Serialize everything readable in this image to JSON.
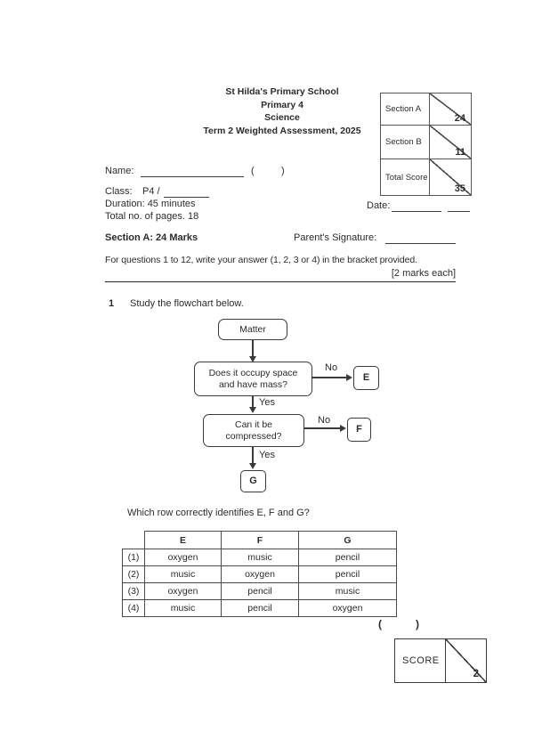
{
  "header": {
    "school": "St Hilda's Primary School",
    "level": "Primary 4",
    "subject": "Science",
    "assessment": "Term 2 Weighted Assessment, 2025"
  },
  "marks_table": {
    "rows": [
      {
        "label": "Section A",
        "marks": "24"
      },
      {
        "label": "Section B",
        "marks": "11"
      },
      {
        "label": "Total Score",
        "marks": "35"
      }
    ]
  },
  "student_info": {
    "name_label": "Name:",
    "bracket_open": "(",
    "bracket_close": ")",
    "class_label": "Class:",
    "class_value": "P4 /",
    "duration_line": "Duration: 45 minutes",
    "pages_line": "Total no. of pages. 18",
    "date_label": "Date:"
  },
  "section": {
    "heading": "Section A: 24 Marks",
    "parent_signature_label": "Parent's Signature:"
  },
  "instructions": {
    "text": "For questions 1 to 12, write your answer (1, 2, 3 or 4) in the bracket provided.",
    "marks_note": "[2 marks each]"
  },
  "question1": {
    "number": "1",
    "prompt": "Study the flowchart below.",
    "sub_prompt": "Which row correctly identifies E, F and G?",
    "answer_bracket_open": "(",
    "answer_bracket_close": ")"
  },
  "flowchart": {
    "start": "Matter",
    "decision1_line1": "Does it occupy space",
    "decision1_line2": "and have mass?",
    "decision2_line1": "Can it be",
    "decision2_line2": "compressed?",
    "no_label": "No",
    "yes_label": "Yes",
    "outcome_e": "E",
    "outcome_f": "F",
    "outcome_g": "G"
  },
  "options_table": {
    "headers": [
      "E",
      "F",
      "G"
    ],
    "rows": [
      {
        "label": "(1)",
        "cells": [
          "oxygen",
          "music",
          "pencil"
        ]
      },
      {
        "label": "(2)",
        "cells": [
          "music",
          "oxygen",
          "pencil"
        ]
      },
      {
        "label": "(3)",
        "cells": [
          "oxygen",
          "pencil",
          "music"
        ]
      },
      {
        "label": "(4)",
        "cells": [
          "music",
          "pencil",
          "oxygen"
        ]
      }
    ]
  },
  "score_box": {
    "label": "SCORE",
    "value": "2"
  },
  "colors": {
    "ink": "#2b2b2b",
    "line": "#4a4a4a"
  }
}
